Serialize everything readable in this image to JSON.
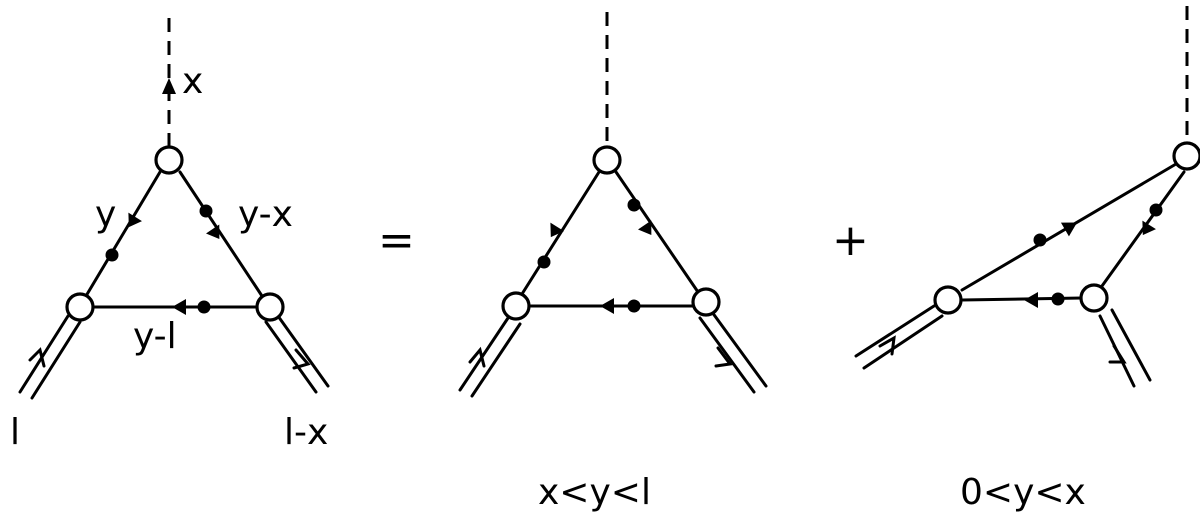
{
  "diagram_1": {
    "label_top": "x",
    "label_left_edge": "y",
    "label_right_edge": "y-x",
    "label_bottom_edge": "y-l",
    "label_in": "l",
    "label_out": "l-x"
  },
  "operators": {
    "equals": "=",
    "plus": "+"
  },
  "diagram_2": {
    "condition": "x<y<l"
  },
  "diagram_3": {
    "condition": "0<y<x"
  }
}
